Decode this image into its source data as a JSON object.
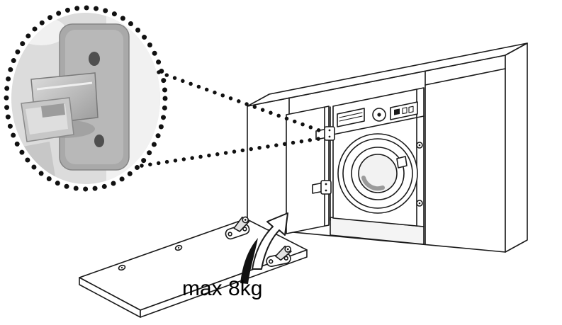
{
  "diagram": {
    "caption": "max 8kg",
    "background_color": "#ffffff",
    "line_color": "#1a1a1a",
    "dotted_color": "#111111",
    "photo": {
      "name": "hinge-close-up-photo",
      "plate_color": "#a9a9a9",
      "metal_light": "#dedede",
      "metal_dark": "#9a9a9a"
    },
    "parts": [
      "hinge-detail-inset",
      "callout-dotted-ring",
      "callout-leader-lines",
      "kitchen-cabinet",
      "built-in-washing-machine",
      "porthole-door",
      "control-panel",
      "open-cabinet-door",
      "machine-hinges",
      "furniture-door-panel",
      "panel-hinges",
      "attach-direction-arrow",
      "max-load-label"
    ]
  }
}
